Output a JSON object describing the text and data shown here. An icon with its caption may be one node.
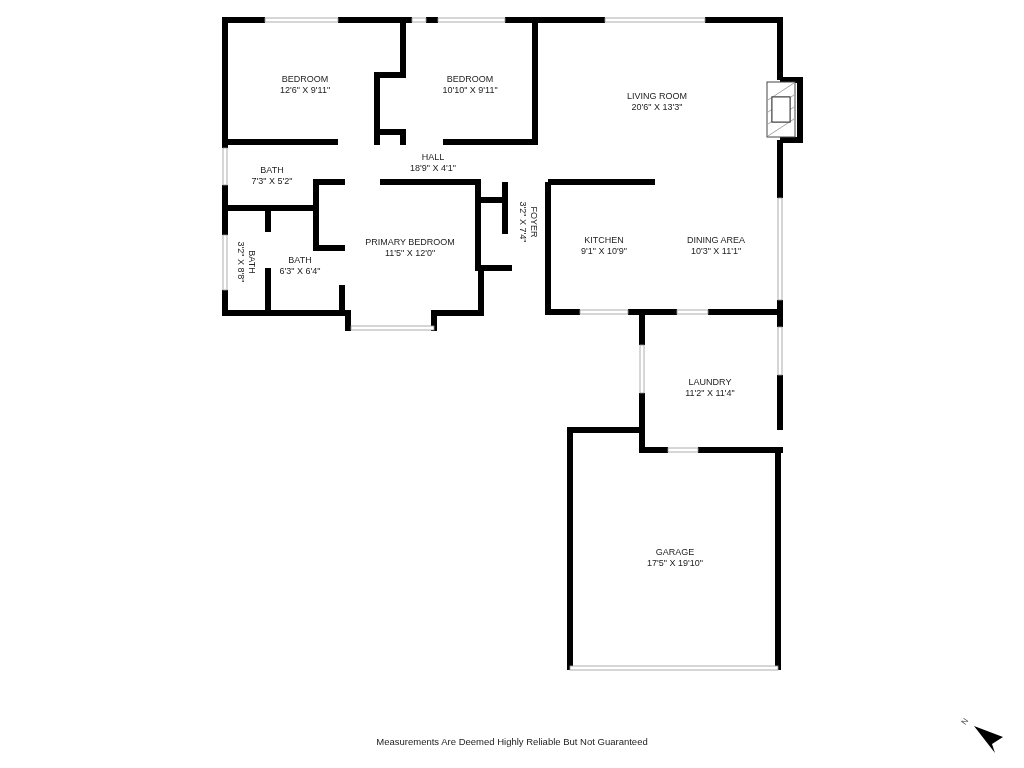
{
  "diagram": {
    "caption": "Measurements Are Deemed Highly Reliable But Not Guaranteed",
    "nodes": [
      {
        "text": [
          "BEDROOM",
          "12'6\" X 9'11\""
        ]
      },
      {
        "text": [
          "BEDROOM",
          "10'10\" X 9'11\""
        ]
      },
      {
        "text": [
          "LIVING ROOM",
          "20'6\" X 13'3\""
        ]
      },
      {
        "text": [
          "HALL",
          "18'9\" X 4'1\""
        ]
      },
      {
        "text": [
          "BATH",
          "7'3\" X 5'2\""
        ]
      },
      {
        "text": [
          "PRIMARY BEDROOM",
          "11'5\" X 12'0\""
        ]
      },
      {
        "text": [
          "FOYER",
          "3'2\" X 7'4\""
        ]
      },
      {
        "text": [
          "KITCHEN",
          "9'1\" X 10'9\""
        ]
      },
      {
        "text": [
          "DINING AREA",
          "10'3\" X 11'1\""
        ]
      },
      {
        "text": [
          "BATH",
          "3'2\" X 8'8\""
        ]
      },
      {
        "text": [
          "BATH",
          "6'3\" X 6'4\""
        ]
      },
      {
        "text": [
          "LAUNDRY",
          "11'2\" X 11'4\""
        ]
      },
      {
        "text": [
          "GARAGE",
          "17'5\" X 19'10\""
        ]
      }
    ],
    "labels": [
      "N"
    ]
  }
}
